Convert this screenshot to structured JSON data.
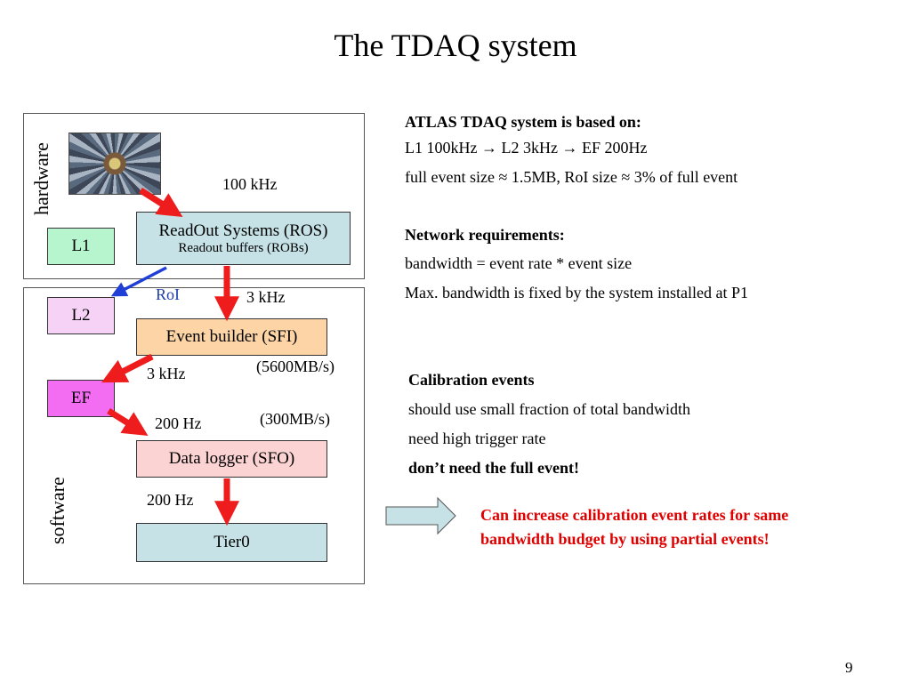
{
  "title": "The TDAQ system",
  "page_number": "9",
  "diagram": {
    "hardware_label": "hardware",
    "software_label": "software",
    "boxes": {
      "l1": "L1",
      "l2": "L2",
      "ef": "EF",
      "ros_title": "ReadOut Systems (ROS)",
      "ros_sub": "Readout buffers (ROBs)",
      "sfi": "Event builder (SFI)",
      "sfo": "Data logger (SFO)",
      "tier0": "Tier0"
    },
    "labels": {
      "rate_100khz": "100 kHz",
      "roi": "RoI",
      "rate_3khz_a": "3 kHz",
      "rate_3khz_b": "3 kHz",
      "bw_5600": "(5600MB/s)",
      "rate_200hz_a": "200 Hz",
      "bw_300": "(300MB/s)",
      "rate_200hz_b": "200 Hz"
    },
    "colors": {
      "l1": "#b7f5cf",
      "l2": "#f6d3f6",
      "ef": "#f26df1",
      "ros": "#c6e2e6",
      "sfi": "#fcd4a6",
      "sfo": "#fbd3d3",
      "tier0": "#c6e2e6",
      "arrow_red": "#ee1c1c",
      "arrow_blue": "#1f3fd6",
      "roi_text": "#1f3fae",
      "callout_red": "#e00000",
      "block_arrow": "#c6e2e6"
    }
  },
  "atlas": {
    "heading": "ATLAS TDAQ system is based on:",
    "line1": "L1 100kHz → L2 3kHz → EF 200Hz",
    "line2": "full event size ≈ 1.5MB, RoI size ≈ 3% of full event"
  },
  "network": {
    "heading": "Network requirements:",
    "line1": "bandwidth = event rate * event size",
    "line2": "Max. bandwidth is fixed by the system installed at P1"
  },
  "calibration": {
    "heading": "Calibration events",
    "line1": "should use small fraction of total bandwidth",
    "line2": "need high trigger rate",
    "line3": "don’t need the full event!"
  },
  "callout": {
    "line1": "Can increase calibration event rates for same",
    "line2": "bandwidth budget by using partial events!"
  }
}
